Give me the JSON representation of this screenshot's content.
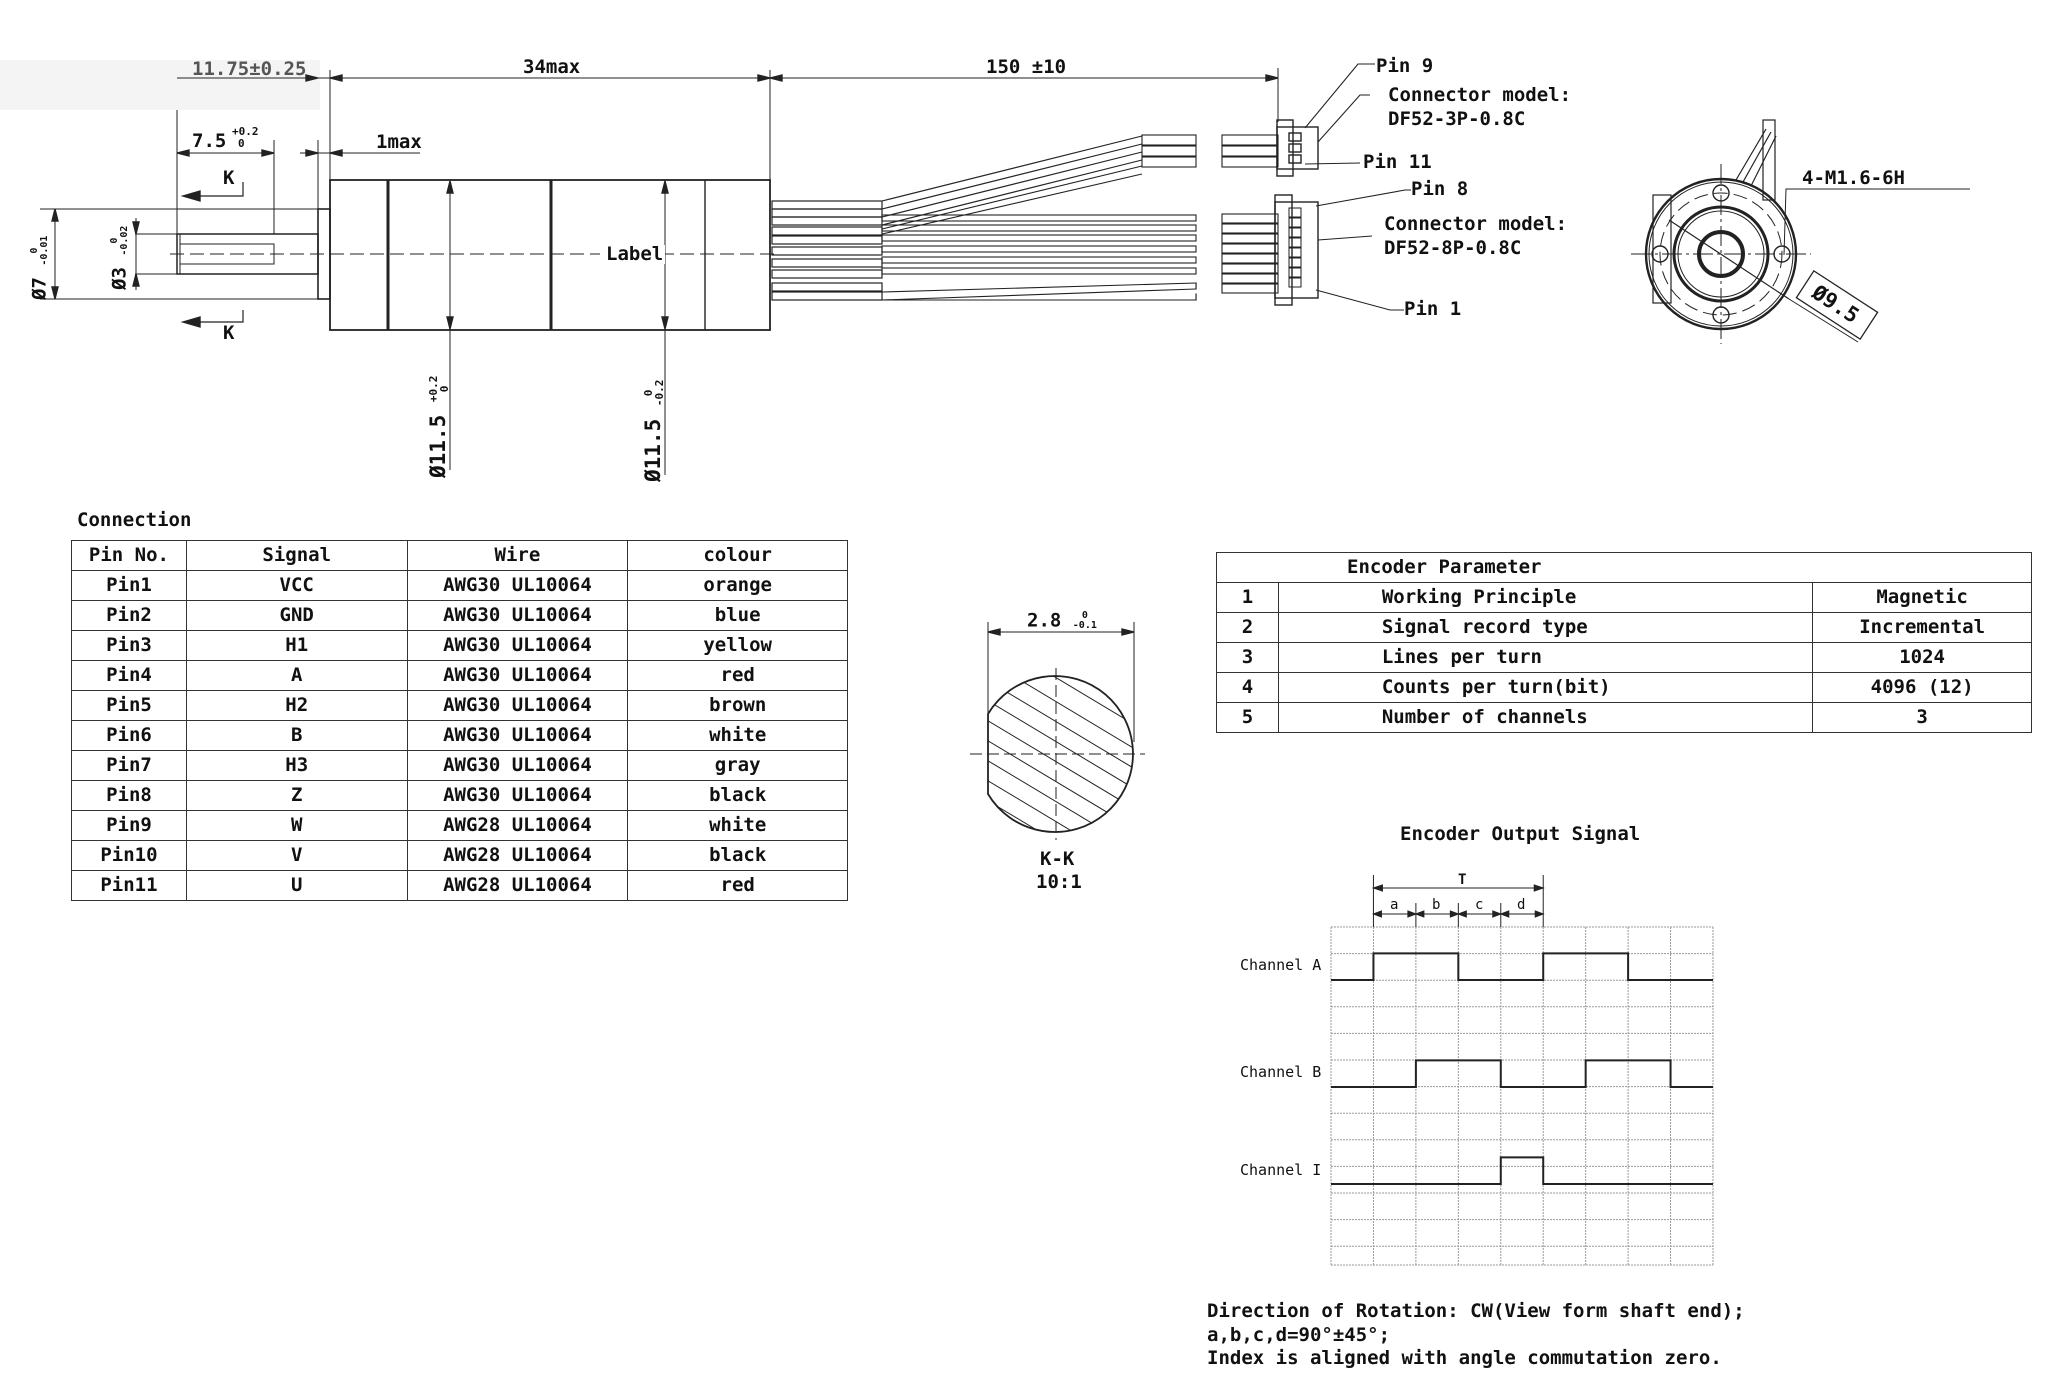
{
  "drawing": {
    "side_view": {
      "dimensions": {
        "flange_offset": "11.75±0.25",
        "body_length": "34max",
        "cable_length": "150 ±10",
        "shaft_flat_length": "7.5",
        "shaft_flat_length_tol_upper": "+0.2",
        "shaft_flat_length_tol_lower": "0",
        "flange_thickness": "1max",
        "flange_diameter": "Ø7",
        "flange_diameter_tol_upper": "0",
        "flange_diameter_tol_lower": "-0.01",
        "shaft_diameter": "Ø3",
        "shaft_diameter_tol_upper": "0",
        "shaft_diameter_tol_lower": "-0.02",
        "body_diameter_1": "Ø11.5",
        "body_diameter_1_tol_upper": "+0.2",
        "body_diameter_1_tol_lower": "0",
        "body_diameter_2": "Ø11.5",
        "body_diameter_2_tol_upper": "0",
        "body_diameter_2_tol_lower": "-0.2"
      },
      "section_marker": "K",
      "body_label": "Label"
    },
    "connectors": {
      "connector_3p": {
        "pin_top": "Pin 9",
        "pin_bottom": "Pin 11",
        "model_label": "Connector model:",
        "model": "DF52-3P-0.8C"
      },
      "connector_8p": {
        "pin_top": "Pin 8",
        "pin_bottom": "Pin 1",
        "model_label": "Connector model:",
        "model": "DF52-8P-0.8C"
      }
    },
    "end_view": {
      "thread_callout": "4-M1.6-6H",
      "bolt_circle": "Ø9.5"
    },
    "section_view": {
      "flat_width": "2.8",
      "flat_width_tol_upper": "0",
      "flat_width_tol_lower": "-0.1",
      "title": "K-K",
      "scale": "10:1"
    }
  },
  "connection_table": {
    "title": "Connection",
    "headers": [
      "Pin No.",
      "Signal",
      "Wire",
      "colour"
    ],
    "rows": [
      [
        "Pin1",
        "VCC",
        "AWG30 UL10064",
        "orange"
      ],
      [
        "Pin2",
        "GND",
        "AWG30 UL10064",
        "blue"
      ],
      [
        "Pin3",
        "H1",
        "AWG30 UL10064",
        "yellow"
      ],
      [
        "Pin4",
        "A",
        "AWG30 UL10064",
        "red"
      ],
      [
        "Pin5",
        "H2",
        "AWG30 UL10064",
        "brown"
      ],
      [
        "Pin6",
        "B",
        "AWG30 UL10064",
        "white"
      ],
      [
        "Pin7",
        "H3",
        "AWG30 UL10064",
        "gray"
      ],
      [
        "Pin8",
        "Z",
        "AWG30 UL10064",
        "black"
      ],
      [
        "Pin9",
        "W",
        "AWG28 UL10064",
        "white"
      ],
      [
        "Pin10",
        "V",
        "AWG28 UL10064",
        "black"
      ],
      [
        "Pin11",
        "U",
        "AWG28 UL10064",
        "red"
      ]
    ]
  },
  "encoder_table": {
    "title": "Encoder Parameter",
    "rows": [
      [
        "1",
        "Working Principle",
        "Magnetic"
      ],
      [
        "2",
        "Signal record type",
        "Incremental"
      ],
      [
        "3",
        "Lines per turn",
        "1024"
      ],
      [
        "4",
        "Counts per turn(bit)",
        "4096 (12)"
      ],
      [
        "5",
        "Number of channels",
        "3"
      ]
    ]
  },
  "encoder_signal": {
    "title": "Encoder Output Signal",
    "period_label": "T",
    "segment_labels": [
      "a",
      "b",
      "c",
      "d"
    ],
    "channels": [
      {
        "label": "Channel A",
        "levels": [
          0,
          1,
          1,
          0,
          0,
          1,
          1,
          0,
          0
        ]
      },
      {
        "label": "Channel B",
        "levels": [
          0,
          0,
          1,
          1,
          0,
          0,
          1,
          1,
          0
        ]
      },
      {
        "label": "Channel I",
        "levels": [
          0,
          0,
          0,
          0,
          1,
          0,
          0,
          0,
          0
        ]
      }
    ],
    "notes": [
      "Direction of Rotation: CW(View form shaft end);",
      "a,b,c,d=90°±45°;",
      "Index is aligned with angle commutation zero."
    ]
  },
  "chart_data": {
    "type": "line",
    "title": "Encoder Output Signal",
    "xlabel": "",
    "ylabel": "",
    "x": [
      0,
      1,
      2,
      3,
      4,
      5,
      6,
      7,
      8
    ],
    "series": [
      {
        "name": "Channel A",
        "values": [
          0,
          1,
          1,
          0,
          0,
          1,
          1,
          0,
          0
        ]
      },
      {
        "name": "Channel B",
        "values": [
          0,
          0,
          1,
          1,
          0,
          0,
          1,
          1,
          0
        ]
      },
      {
        "name": "Channel I",
        "values": [
          0,
          0,
          0,
          0,
          1,
          0,
          0,
          0,
          0
        ]
      }
    ],
    "annotations": [
      "T",
      "a",
      "b",
      "c",
      "d"
    ],
    "grid": true
  }
}
